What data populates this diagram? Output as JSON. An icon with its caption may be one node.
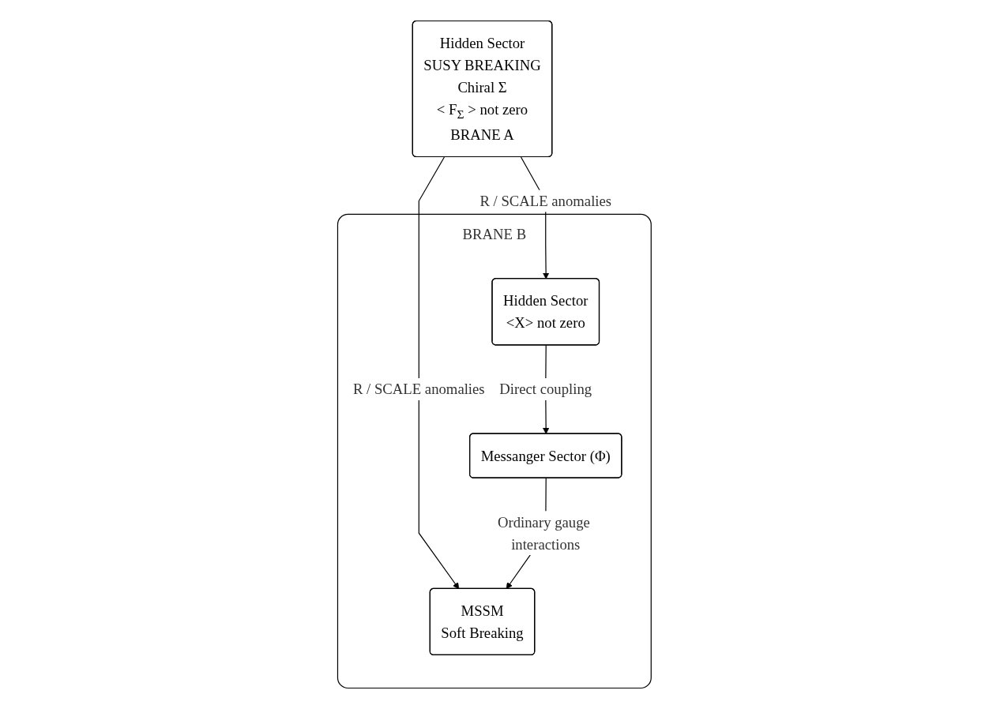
{
  "diagram": {
    "nodes": [
      {
        "text": [
          "Hidden Sector",
          "SUSY BREAKING",
          "Chiral  Σ",
          "< F$_{Σ}$ > not zero",
          "BRANE A"
        ]
      },
      {
        "text": [
          "BRANE B"
        ]
      },
      {
        "text": [
          "Hidden Sector",
          "<X>  not zero"
        ],
        "in": 1
      },
      {
        "text": [
          "Messanger Sector (Φ)"
        ],
        "in": 1
      },
      {
        "text": [
          "MSSM",
          "Soft Breaking"
        ],
        "in": 1
      }
    ],
    "edges": [
      {
        "from": 0,
        "to": 2,
        "arrow": "to",
        "label": "R / SCALE anomalies"
      },
      {
        "from": 0,
        "to": 4,
        "arrow": "to",
        "label": "R / SCALE anomalies"
      },
      {
        "from": 2,
        "to": 3,
        "arrow": "to",
        "label": "Direct coupling"
      },
      {
        "from": 3,
        "to": 4,
        "arrow": "to",
        "label": "Ordinary gauge interactions"
      }
    ]
  }
}
